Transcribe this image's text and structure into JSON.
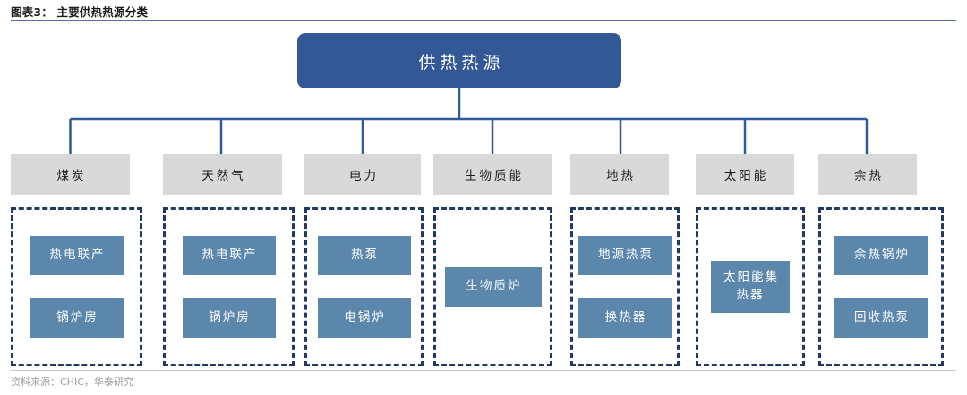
{
  "header": {
    "title": "图表3： 主要供热热源分类",
    "rule_color": "#4a6fa8"
  },
  "footer": {
    "source": "资料来源：CHIC，华泰研究"
  },
  "colors": {
    "root_fill": "#325896",
    "category_fill": "#d9d9d9",
    "leaf_fill": "#5b87ad",
    "dashed_border": "#1f3864",
    "connector": "#2e5c9a",
    "root_text": "#ffffff",
    "leaf_text": "#ffffff",
    "category_text": "#1a1a1a"
  },
  "diagram": {
    "type": "tree",
    "root": {
      "label": "供热热源"
    },
    "categories": [
      {
        "id": "coal",
        "label": "煤炭",
        "leaves": [
          {
            "label": "热电联产"
          },
          {
            "label": "锅炉房"
          }
        ]
      },
      {
        "id": "natural-gas",
        "label": "天然气",
        "leaves": [
          {
            "label": "热电联产"
          },
          {
            "label": "锅炉房"
          }
        ]
      },
      {
        "id": "electricity",
        "label": "电力",
        "leaves": [
          {
            "label": "热泵"
          },
          {
            "label": "电锅炉"
          }
        ]
      },
      {
        "id": "biomass",
        "label": "生物质能",
        "leaves": [
          {
            "label": "生物质炉"
          }
        ]
      },
      {
        "id": "geothermal",
        "label": "地热",
        "leaves": [
          {
            "label": "地源热泵"
          },
          {
            "label": "换热器"
          }
        ]
      },
      {
        "id": "solar",
        "label": "太阳能",
        "leaves": [
          {
            "label": "太阳能集热器"
          }
        ]
      },
      {
        "id": "waste-heat",
        "label": "余热",
        "leaves": [
          {
            "label": "余热锅炉"
          },
          {
            "label": "回收热泵"
          }
        ]
      }
    ]
  }
}
